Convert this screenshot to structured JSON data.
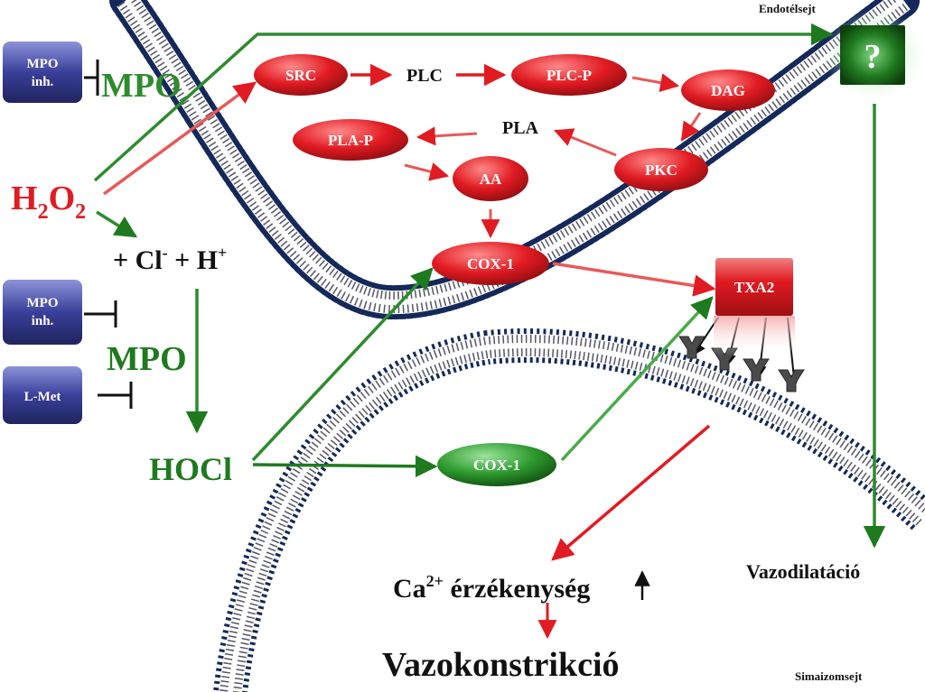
{
  "labels": {
    "endothelial_cell": "Endotélsejt",
    "smooth_muscle_cell": "Simaizomsejt",
    "unknown_factor": "?",
    "mpo_top": "MPO",
    "mpo_mid": "MPO",
    "h2o2_main": "H",
    "h2o2_sub1": "2",
    "h2o2_o": "O",
    "h2o2_sub2": "2",
    "chloride_prefix": "+ Cl",
    "chloride_sup": "-",
    "hydrogen_prefix": " + H",
    "hydrogen_sup": "+",
    "hocl": "HOCl",
    "plc": "PLC",
    "pla": "PLA",
    "ca_prefix": "Ca",
    "ca_sup": "2+",
    "ca_suffix": " érzékenység",
    "vasodilation": "Vazodilatáció",
    "vasoconstriction": "Vazokonstrikció"
  },
  "inhibitors": {
    "mpo_inh_top": "MPO inh.",
    "mpo_inh_mid": "MPO inh.",
    "l_met": "L-Met"
  },
  "nodes": {
    "src": "SRC",
    "plc_p": "PLC-P",
    "dag": "DAG",
    "pla_p": "PLA-P",
    "pkc": "PKC",
    "aa": "AA",
    "cox1_endo": "COX-1",
    "txa2": "TXA2",
    "cox1_smooth": "COX-1"
  },
  "colors": {
    "membrane": "#14285a",
    "red_node": "#e11b22",
    "green_node": "#1f7a1f",
    "green_text": "#2e8b2e",
    "red_text": "#e11b22",
    "inhibitor_box": "#3a3f9a"
  }
}
